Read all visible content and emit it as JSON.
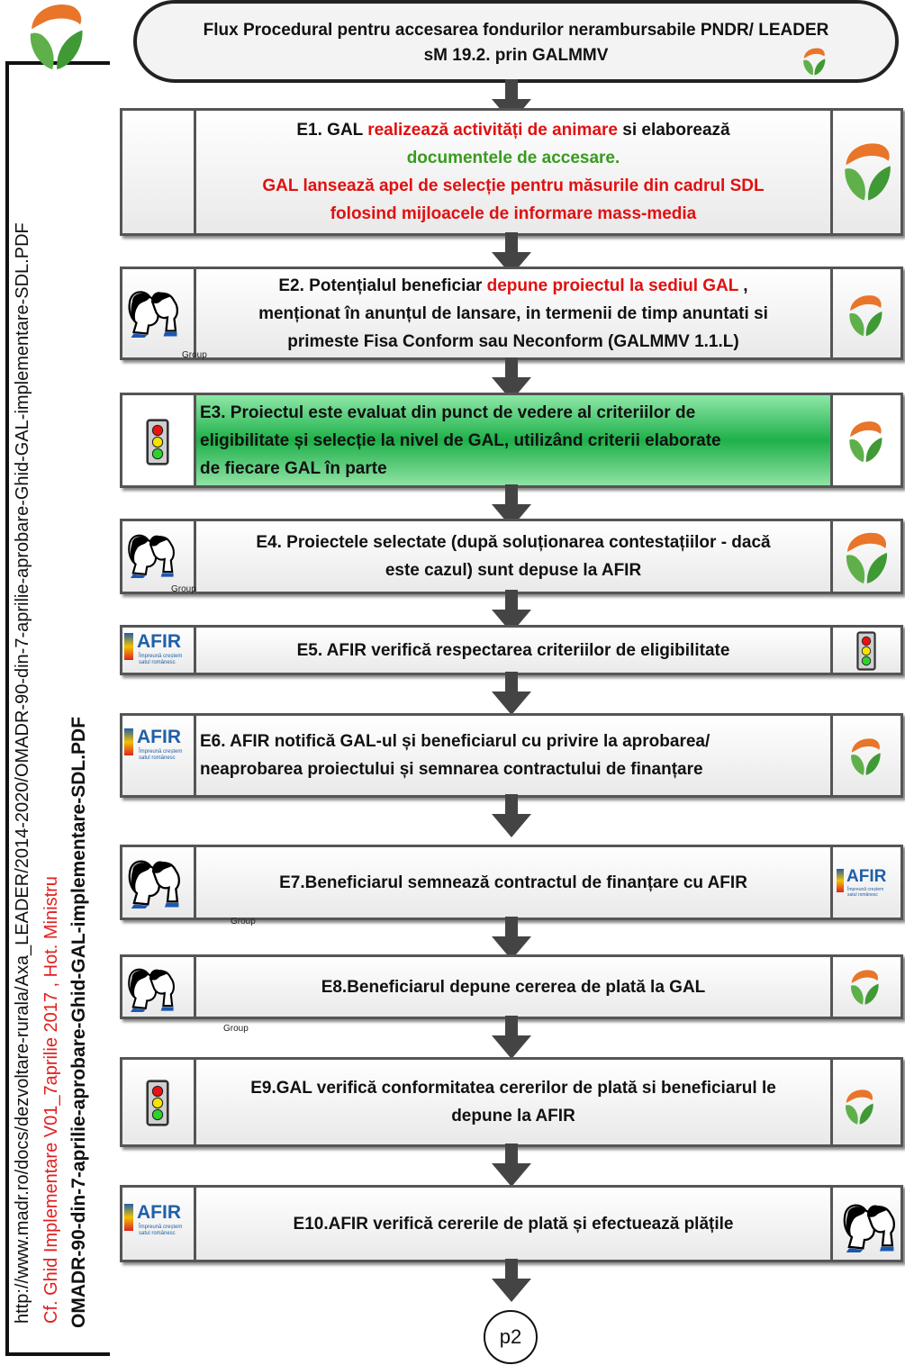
{
  "sidebar": {
    "url": "http://www.madr.ro/docs/dezvoltare-rurala/Axa_LEADER/2014-2020/OMADR-90-din-7-aprilie-aprobare-Ghid-GAL-implementare-SDL.PDF",
    "guide": "Cf. Ghid Implementare V01_7aprilie 2017 , Hot. Ministru",
    "doc": "OMADR-90-din-7-aprilie-aprobare-Ghid-GAL-implementare-SDL.PDF"
  },
  "title": {
    "line1": "Flux Procedural pentru accesarea fondurilor nerambursabile PNDR/ LEADER",
    "line2": "sM 19.2. prin GALMMV"
  },
  "steps": [
    {
      "id": "E1",
      "p1": "E1. GAL ",
      "p1_red": "realizează activități de animare",
      "p1_tail": " si elaborează",
      "p2_green": "documentele de accesare.",
      "p3_red": "GAL lansează apel de selecție pentru măsurile din cadrul SDL",
      "p4_red": "folosind mijloacele de informare mass-media",
      "left_icon": "none",
      "right_icon": "gal-logo-icon"
    },
    {
      "id": "E2",
      "p1": "E2. Potențialul beneficiar ",
      "p1_red": "depune proiectul la sediul GAL",
      "p1_tail": " ,",
      "p2": "menționat în anunțul de lansare, in termenii de timp anuntati si",
      "p3": "primeste Fisa Conform sau Neconform (GALMMV 1.1.L)",
      "caption": "Group",
      "left_icon": "people-icon",
      "right_icon": "gal-logo-icon"
    },
    {
      "id": "E3",
      "text1": "E3. Proiectul este evaluat din punct de vedere al criteriilor de",
      "text2": "eligibilitate și selecție la nivel de GAL, utilizând criterii elaborate",
      "text3": "de fiecare GAL în parte",
      "left_icon": "traffic-light-icon",
      "right_icon": "gal-logo-icon"
    },
    {
      "id": "E4",
      "text1": "E4. Proiectele selectate (după soluționarea contestațiilor - dacă",
      "text2": "este cazul) sunt depuse la AFIR",
      "caption": "Group",
      "left_icon": "people-icon",
      "right_icon": "gal-logo-icon"
    },
    {
      "id": "E5",
      "text1": "E5. AFIR verifică respectarea criteriilor de eligibilitate",
      "left_icon": "afir-logo-icon",
      "right_icon": "traffic-light-icon"
    },
    {
      "id": "E6",
      "text1": "E6. AFIR notifică GAL-ul și beneficiarul cu privire la aprobarea/",
      "text2": "neaprobarea proiectului și semnarea contractului de finanțare",
      "left_icon": "afir-logo-icon",
      "right_icon": "gal-logo-icon"
    },
    {
      "id": "E7",
      "text1": "E7.Beneficiarul semnează contractul de finanțare cu AFIR",
      "caption": "Group",
      "left_icon": "people-icon",
      "right_icon": "afir-logo-icon"
    },
    {
      "id": "E8",
      "text1": "E8.Beneficiarul depune cererea de plată la GAL",
      "caption": "Group",
      "left_icon": "people-icon",
      "right_icon": "gal-logo-icon"
    },
    {
      "id": "E9",
      "text1": "E9.GAL verifică conformitatea cererilor de plată si beneficiarul le",
      "text2": "depune la AFIR",
      "left_icon": "traffic-light-icon",
      "right_icon": "gal-logo-icon"
    },
    {
      "id": "E10",
      "text1": "E10.AFIR verifică cererile de plată și efectuează plățile",
      "left_icon": "afir-logo-icon",
      "right_icon": "people-icon"
    }
  ],
  "afir": {
    "name": "AFIR",
    "tagline1": "Împreună creștem",
    "tagline2": "satul românesc"
  },
  "connector": {
    "label": "p2"
  },
  "colors": {
    "red": "#e01010",
    "green": "#3a9a20",
    "gal_orange": "#e8752a",
    "gal_green": "#4aa83a",
    "afir_blue": "#1f5fa8"
  }
}
